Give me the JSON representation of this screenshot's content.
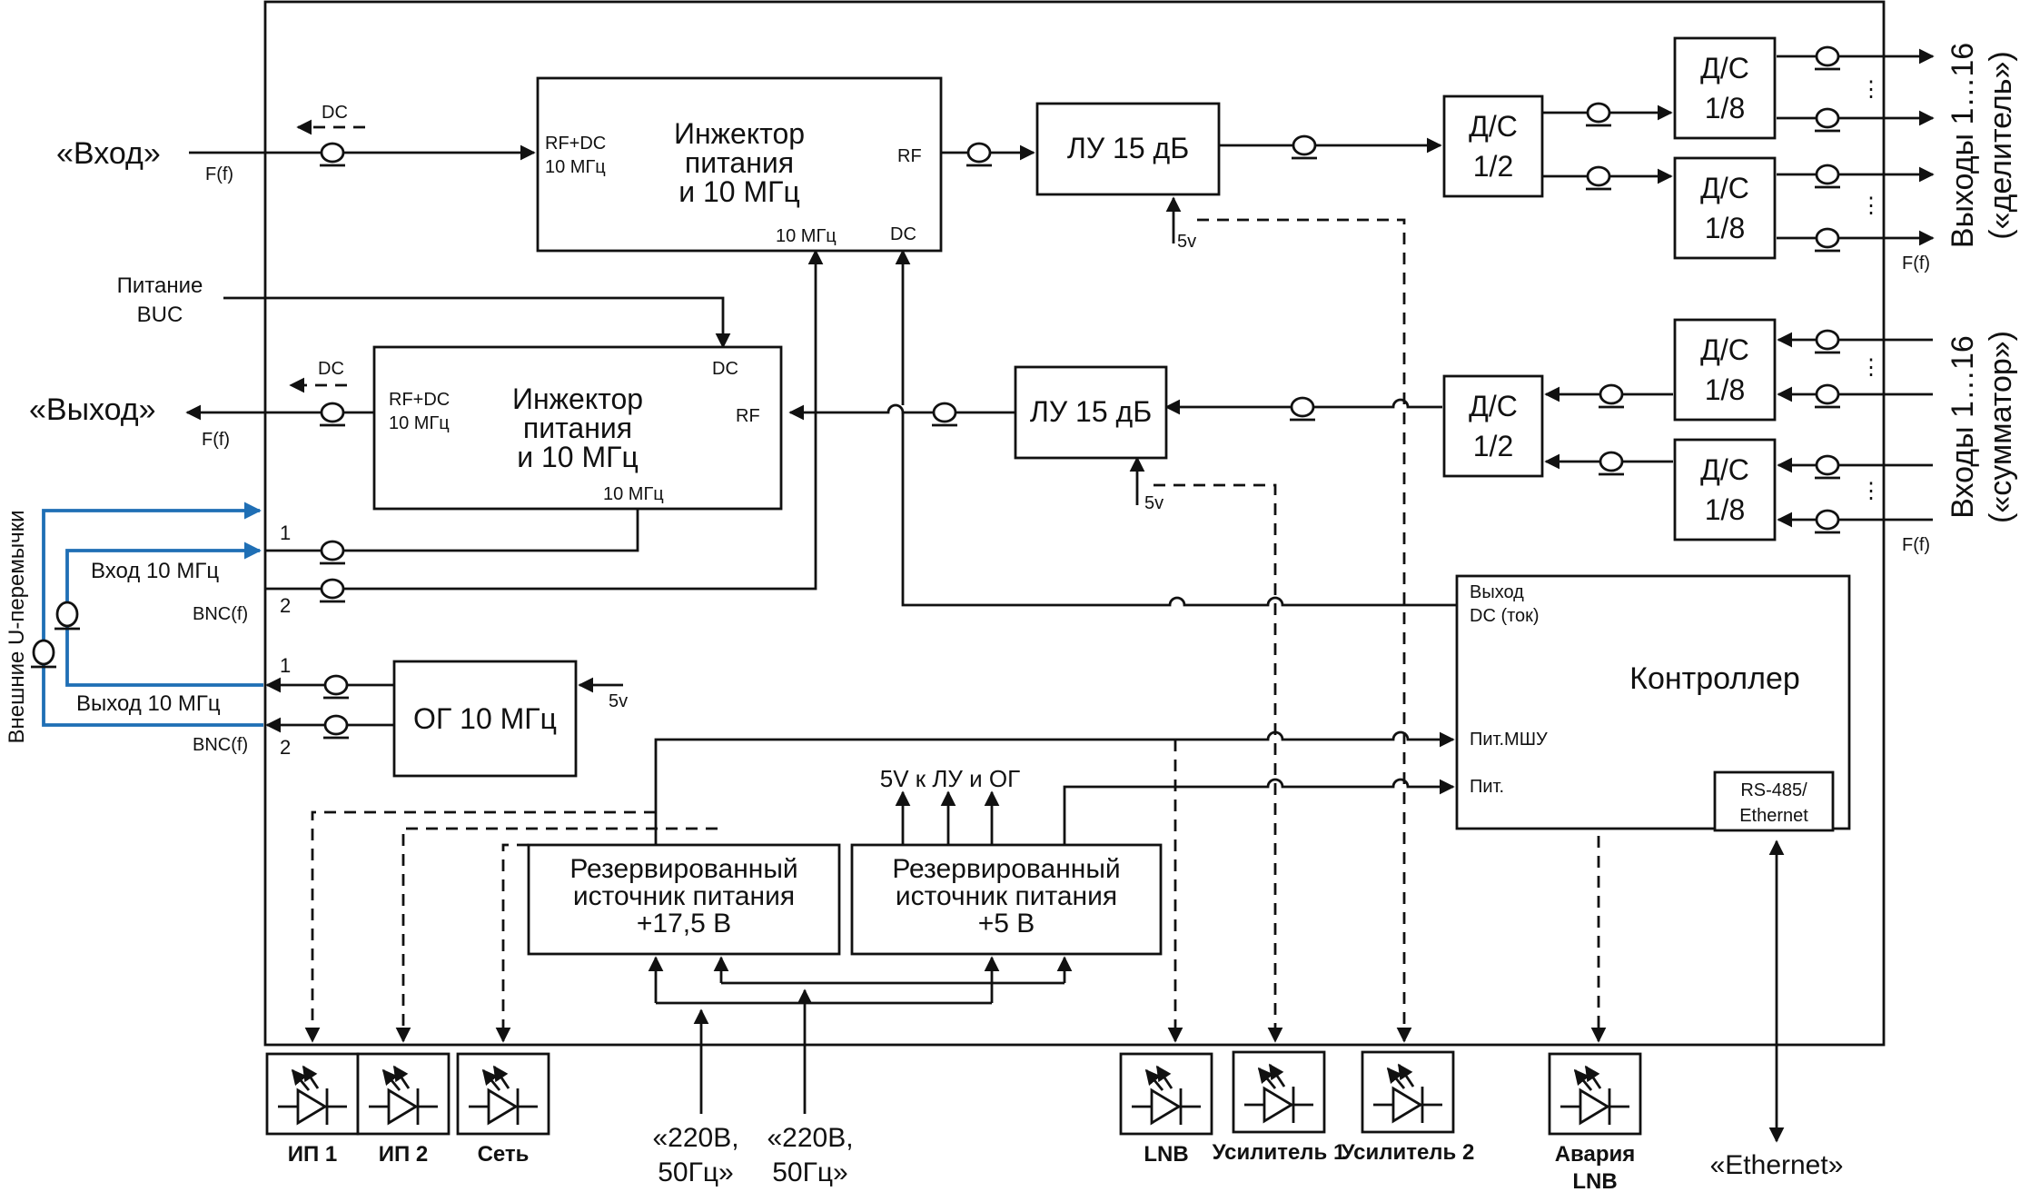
{
  "left_ports": {
    "input_label": "«Вход»",
    "input_connector": "F(f)",
    "output_label": "«Выход»",
    "output_connector": "F(f)",
    "buc_power": [
      "Питание",
      "BUC"
    ],
    "ref_input_label": "Вход 10 МГц",
    "ref_input_connector": "BNC(f)",
    "ref_output_label": "Выход 10 МГц",
    "ref_output_connector": "BNC(f)",
    "ext_jumpers": "Внешние U-перемычки",
    "port_num_1": "1",
    "port_num_2": "2",
    "dc_label": "DC"
  },
  "injector_top": {
    "title": [
      "Инжектор",
      "питания",
      "и 10 МГц"
    ],
    "in_label": [
      "RF+DC",
      "10 МГц"
    ],
    "rf_out": "RF",
    "ref_in": "10 МГц",
    "dc_in": "DC"
  },
  "injector_bottom": {
    "title": [
      "Инжектор",
      "питания",
      "и 10 МГц"
    ],
    "out_label": [
      "RF+DC",
      "10 МГц"
    ],
    "dc_in": "DC",
    "rf_in": "RF",
    "ref_in": "10 МГц"
  },
  "amp_top": {
    "label": "ЛУ 15 дБ",
    "power": "5v"
  },
  "amp_bottom": {
    "label": "ЛУ 15 дБ",
    "power": "5v"
  },
  "splitter_main_tx": [
    "Д/С",
    "1/2"
  ],
  "splitter_main_rx": [
    "Д/С",
    "1/2"
  ],
  "splitters_8": [
    [
      "Д/С",
      "1/8"
    ],
    [
      "Д/С",
      "1/8"
    ],
    [
      "Д/С",
      "1/8"
    ],
    [
      "Д/С",
      "1/8"
    ]
  ],
  "outputs": {
    "title": "Выходы 1…16",
    "subtitle": "(«делитель»)",
    "connector": "F(f)"
  },
  "inputs": {
    "title": "Входы 1…16",
    "subtitle": "(«сумматор»)",
    "connector": "F(f)"
  },
  "ellipsis": "⋮",
  "oscillator": {
    "label": "ОГ 10 МГц",
    "power": "5v"
  },
  "controller": {
    "title": "Контроллер",
    "dc_out": [
      "Выход",
      "DC (ток)"
    ],
    "pwr_lnb": "Пит.МШУ",
    "pwr": "Пит.",
    "iface": [
      "RS-485/",
      "Ethernet"
    ]
  },
  "psu_1": [
    "Резервированный",
    "источник питания",
    "+17,5 В"
  ],
  "psu_2": [
    "Резервированный",
    "источник питания",
    "+5 В"
  ],
  "psu_5v_label": "5V к ЛУ и ОГ",
  "mains": [
    [
      "«220В,",
      "50Гц»"
    ],
    [
      "«220В,",
      "50Гц»"
    ]
  ],
  "ethernet": "«Ethernet»",
  "leds": [
    {
      "label": [
        "ИП 1"
      ]
    },
    {
      "label": [
        "ИП 2"
      ]
    },
    {
      "label": [
        "Сеть"
      ]
    },
    {
      "label": [
        "LNB"
      ]
    },
    {
      "label": [
        "Усилитель 1"
      ]
    },
    {
      "label": [
        "Усилитель 2"
      ]
    },
    {
      "label": [
        "Авария",
        "LNB"
      ]
    }
  ]
}
